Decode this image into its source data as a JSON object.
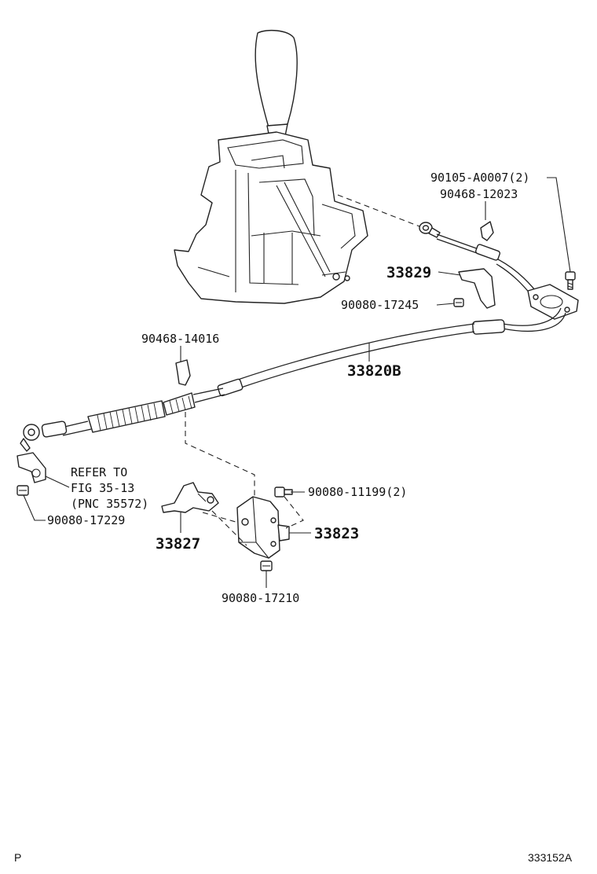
{
  "labels": {
    "p1": "90105-A0007(2)",
    "p2": "90468-12023",
    "p3": "33829",
    "p4": "90080-17245",
    "p5": "90468-14016",
    "p6": "33820B",
    "ref1": "REFER TO",
    "ref2": "FIG 35-13",
    "ref3": "(PNC 35572)",
    "p7": "90080-17229",
    "p8": "90080-11199(2)",
    "p9": "33827",
    "p10": "33823",
    "p11": "90080-17210"
  },
  "footer": {
    "left": "P",
    "right": "333152A"
  }
}
